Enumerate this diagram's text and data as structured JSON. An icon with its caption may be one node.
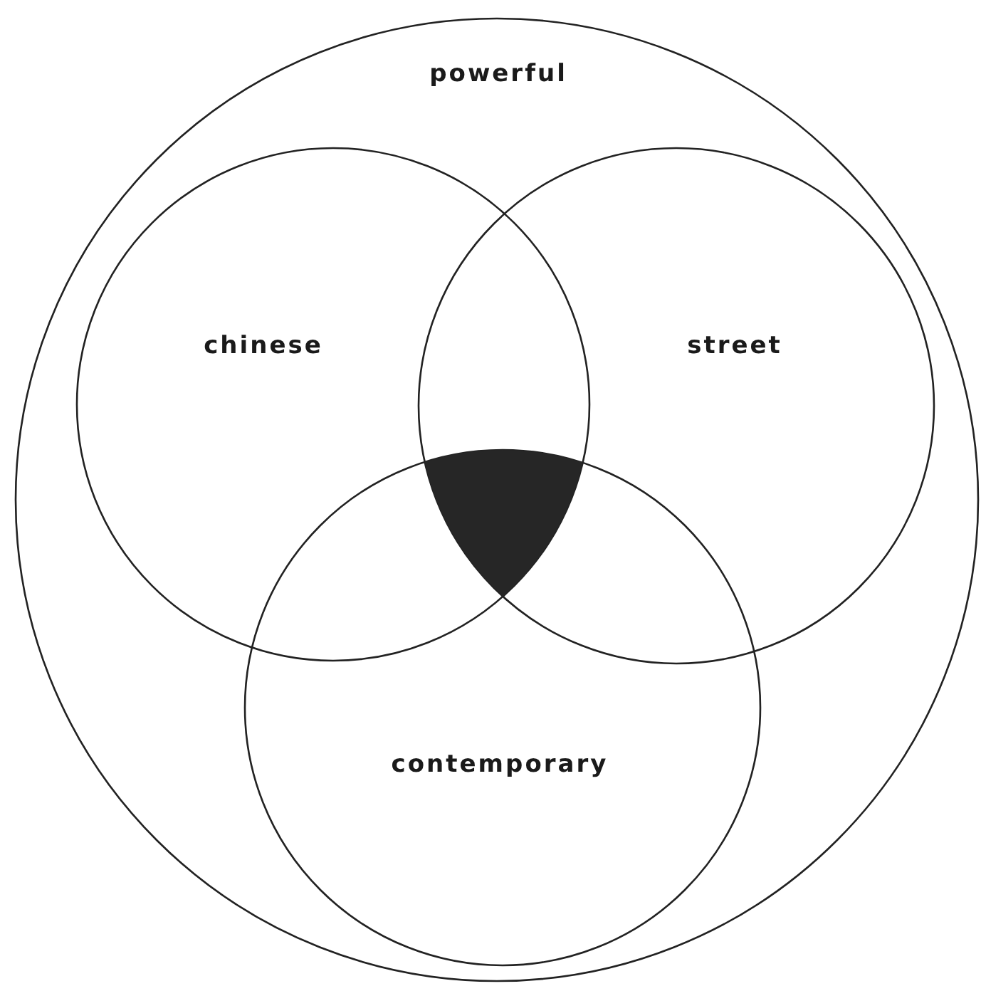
{
  "diagram": {
    "nodes": [
      {
        "text": [
          "powerful"
        ]
      },
      {
        "text": [
          "chinese"
        ],
        "in": 0
      },
      {
        "text": [
          "street"
        ],
        "in": 0
      },
      {
        "text": [
          "contemporary"
        ],
        "in": 0
      },
      {
        "text": [],
        "shape": "triangle",
        "in": 0
      }
    ]
  }
}
